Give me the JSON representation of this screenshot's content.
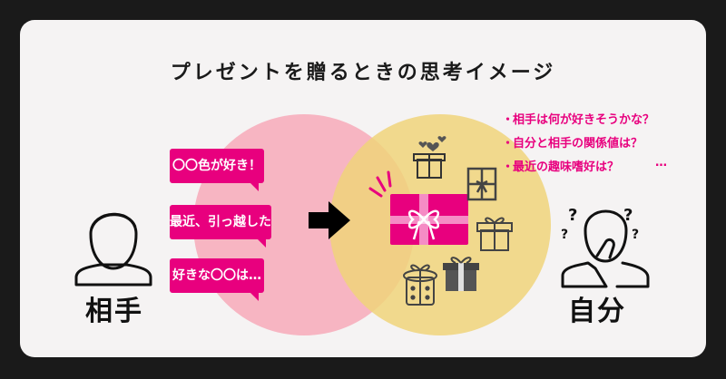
{
  "title": "プレゼントを贈るときの思考イメージ",
  "left_person": {
    "label": "相手"
  },
  "right_person": {
    "label": "自分"
  },
  "bubbles": [
    "〇〇色が好き！",
    "最近、引っ越した",
    "好きな〇〇は…"
  ],
  "thoughts": [
    "相手は何が好きそうかな？",
    "自分と相手の関係値は？",
    "最近の趣味嗜好は？"
  ],
  "thought_bullet": "・",
  "ellipsis": "…",
  "colors": {
    "pink": "#e8007e",
    "pink_circle": "#f7a9b8",
    "yellow_circle": "#f0d47a",
    "frame": "#1a1a1a",
    "card": "#f5f3f3"
  },
  "icons": [
    "person-outline-icon",
    "thinking-person-icon",
    "arrow-right-icon",
    "gift-box-icon",
    "gift-card-icon"
  ]
}
